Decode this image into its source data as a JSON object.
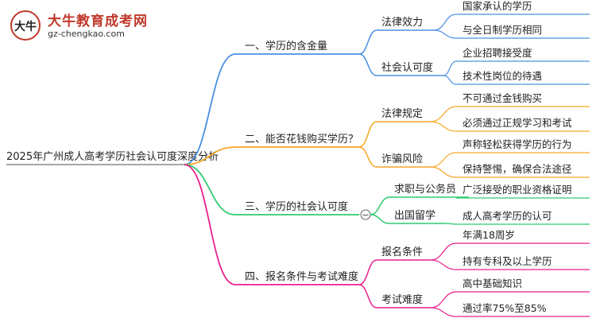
{
  "brand": {
    "logo_text": "大牛",
    "name": "大牛教育成考网",
    "url": "gz-chengkao.com"
  },
  "mindmap": {
    "root": "2025年广州成人高考学历社会认可度深度分析",
    "branches": [
      {
        "label": "一、学历的含金量",
        "color": "#4a90e2",
        "subs": [
          {
            "label": "法律效力",
            "leaves": [
              "国家承认的学历",
              "与全日制学历相同"
            ]
          },
          {
            "label": "社会认可度",
            "leaves": [
              "企业招聘接受度",
              "技术性岗位的待遇"
            ]
          }
        ]
      },
      {
        "label": "二、能否花钱购买学历？",
        "color": "#f5a623",
        "subs": [
          {
            "label": "法律规定",
            "leaves": [
              "不可通过金钱购买",
              "必须通过正规学习和考试"
            ]
          },
          {
            "label": "诈骗风险",
            "leaves": [
              "声称轻松获得学历的行为",
              "保持警惕，确保合法途径"
            ]
          }
        ]
      },
      {
        "label": "三、学历的社会认可度",
        "color": "#2ecc71",
        "collapse_symbol": "−",
        "subs": [
          {
            "label": "求职与公务员",
            "leaves": [
              "广泛接受的职业资格证明"
            ]
          },
          {
            "label": "出国留学",
            "leaves": [
              "成人高考学历的认可"
            ]
          }
        ]
      },
      {
        "label": "四、报名条件与考试难度",
        "color": "#e91e8c",
        "subs": [
          {
            "label": "报名条件",
            "leaves": [
              "年满18周岁",
              "持有专科及以上学历"
            ]
          },
          {
            "label": "考试难度",
            "leaves": [
              "高中基础知识",
              "通过率75%至85%"
            ]
          }
        ]
      }
    ]
  }
}
